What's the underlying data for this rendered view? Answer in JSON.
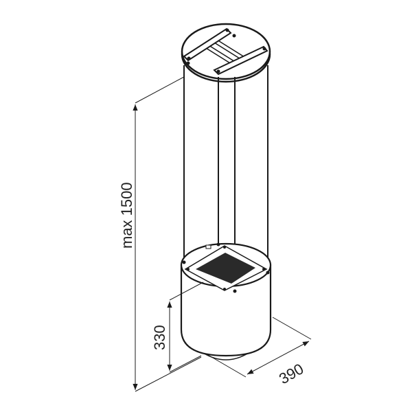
{
  "drawing": {
    "title": "Island cooker hood dimensions",
    "dimensions": {
      "height_max": "max 1500",
      "body_height": "330",
      "diameter": "390"
    },
    "colors": {
      "line": "#1a1a1a",
      "filter": "#2a2a2a",
      "background": "#ffffff"
    }
  }
}
